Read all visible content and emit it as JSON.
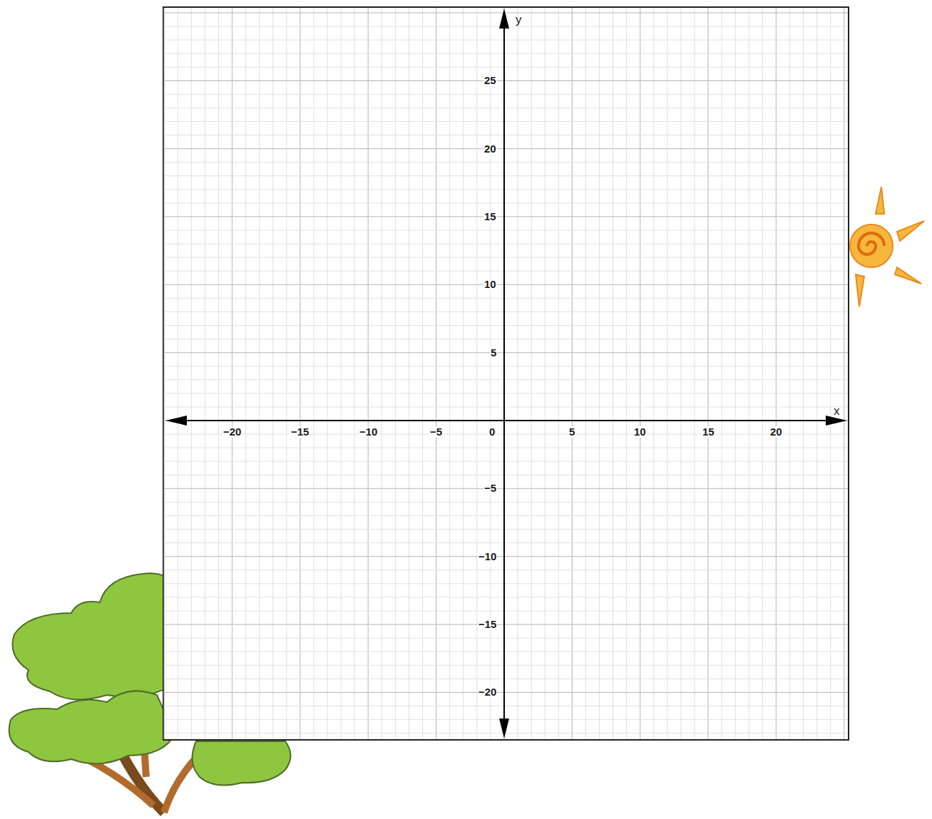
{
  "diagram": {
    "labels": [
      "y",
      "x",
      "−20",
      "−15",
      "−10",
      "−5",
      "0",
      "5",
      "10",
      "15",
      "20",
      "25",
      "20",
      "15",
      "10",
      "5",
      "−5",
      "−10",
      "−15",
      "−20"
    ]
  }
}
